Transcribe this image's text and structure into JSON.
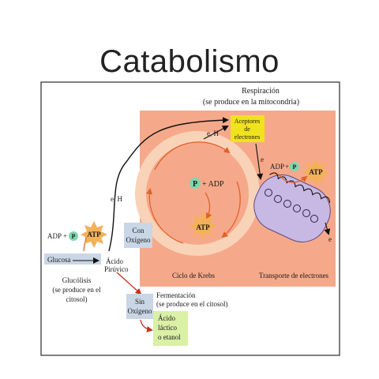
{
  "title": "Catabolismo",
  "respiration": {
    "line1": "Respiración",
    "line2": "(se produce en la mitocondria)"
  },
  "acceptors": {
    "line1": "Aceptores",
    "line2": "de",
    "line3": "electrones"
  },
  "electron_labels": {
    "eH_top": "e, H",
    "eH_left": "e, H",
    "e_down": "e",
    "e_out": "e"
  },
  "adp_p": {
    "adp": "ADP",
    "plus": "+",
    "p": "P"
  },
  "atp": "ATP",
  "p_adp": {
    "p": "P",
    "rest": "+ ADP"
  },
  "con_oxigeno": {
    "line1": "Con",
    "line2": "Oxígeno"
  },
  "sin_oxigeno": {
    "line1": "Sin",
    "line2": "Oxígeno"
  },
  "glucosa": "Glucosa",
  "acido_piruvico": {
    "line1": "Ácido",
    "line2": "Pirúvico"
  },
  "glucolisis": {
    "line1": "Glucólisis",
    "line2": "(se produce en el",
    "line3": "citosol)"
  },
  "krebs": "Ciclo de Krebs",
  "transporte": "Transporte de electrones",
  "fermentacion": {
    "line1": "Fermentación",
    "line2": "(se produce en el citosol)"
  },
  "acido_lactico": {
    "line1": "Ácido",
    "line2": "láctico",
    "line3": "o etanol"
  },
  "colors": {
    "mito": "#f6a98a",
    "krebs_ring": "#f9d3b8",
    "arrow_orange": "#e0622a",
    "box_blue": "#c9d6e6",
    "box_yellow": "#f1e21e",
    "box_green": "#d9f0a6",
    "transport": "#c8b8e4"
  }
}
